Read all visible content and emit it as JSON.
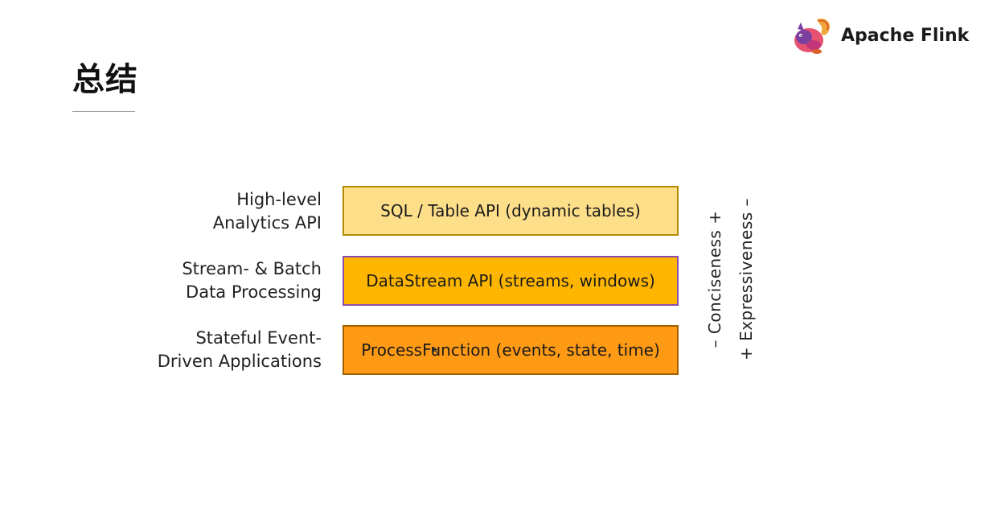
{
  "slide": {
    "title": "总结"
  },
  "logo": {
    "text": "Apache Flink",
    "icon": "flink-squirrel-logo"
  },
  "layers": [
    {
      "label_line1": "High-level",
      "label_line2": "Analytics API",
      "box_text": "SQL / Table API (dynamic tables)",
      "fill": "#FDDE89",
      "border": "#B08A00"
    },
    {
      "label_line1": "Stream- & Batch",
      "label_line2": "Data Processing",
      "box_text": "DataStream API (streams, windows)",
      "fill": "#FFB600",
      "border": "#8A4DA8"
    },
    {
      "label_line1": "Stateful Event-",
      "label_line2": "Driven Applications",
      "box_text": "ProcessFunction (events, state, time)",
      "fill": "#FF9A14",
      "border": "#A06000"
    }
  ],
  "axes": {
    "conciseness": "– Conciseness +",
    "expressiveness": "+ Expressiveness –"
  }
}
